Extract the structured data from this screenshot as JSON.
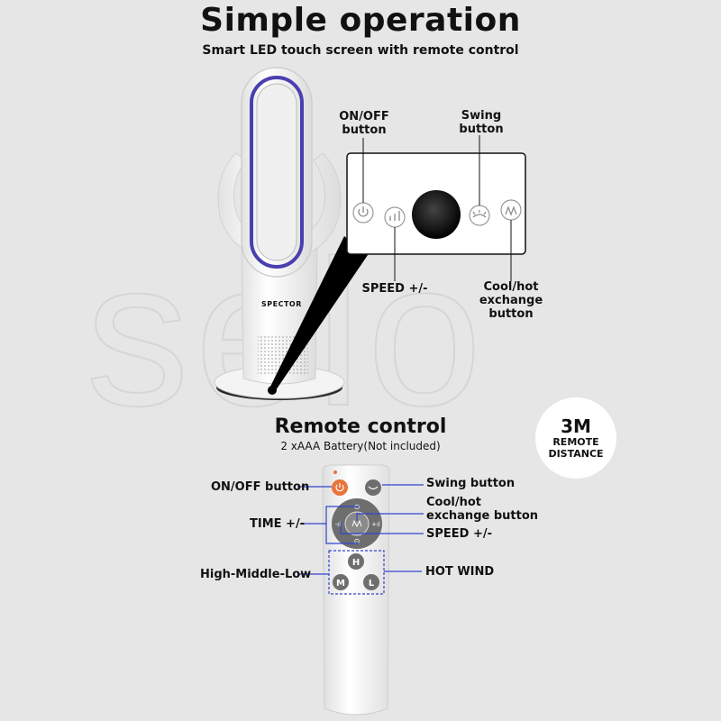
{
  "watermark": "selo",
  "header": {
    "title": "Simple operation",
    "subtitle": "Smart LED touch screen with remote control"
  },
  "fan": {
    "brand": "SPECTOR"
  },
  "panel_callouts": {
    "onoff": "ON/OFF\nbutton",
    "swing": "Swing\nbutton",
    "speed": "SPEED +/-",
    "coolhot": "Cool/hot\nexchange button"
  },
  "remote": {
    "title": "Remote control",
    "subtitle": "2 xAAA Battery(Not included)",
    "distance_value": "3M",
    "distance_label": "REMOTE\nDISTANCE",
    "callouts": {
      "onoff": "ON/OFF button",
      "swing": "Swing button",
      "time": "TIME +/-",
      "coolhot": "Cool/hot\nexchange button",
      "speed": "SPEED +/-",
      "hml": "High-Middle-Low",
      "hotwind": "HOT WIND"
    },
    "keys": {
      "h": "H",
      "m": "M",
      "l": "L"
    }
  },
  "colors": {
    "background": "#e6e6e6",
    "fan_ring": "#4a3fb0",
    "leader_blue": "#3344cc",
    "power_key": "#e8743c",
    "remote_key": "#6e6e6e"
  }
}
